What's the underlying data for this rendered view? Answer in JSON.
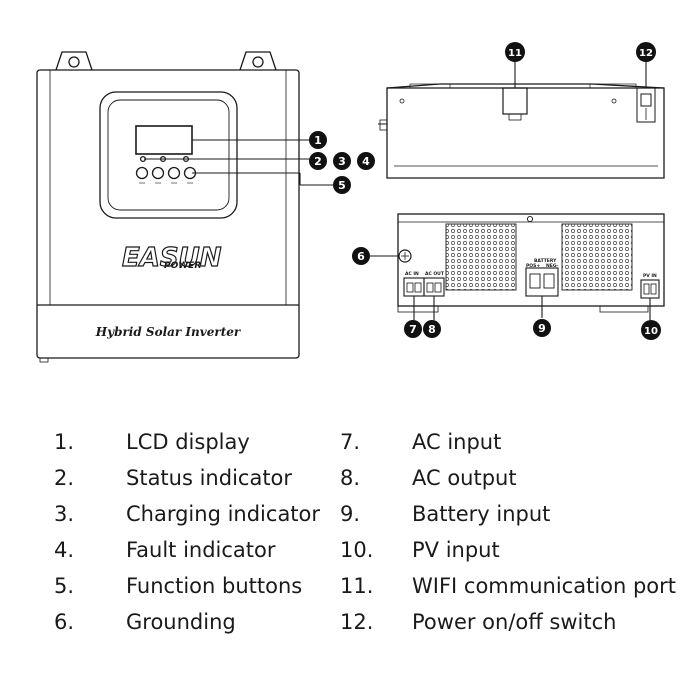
{
  "product": {
    "brand_main": "EASUN",
    "brand_sub": "POWER",
    "model_label": "Hybrid Solar Inverter"
  },
  "panel_labels": {
    "battery": "BATTERY",
    "pos": "POS+",
    "neg": "NEG-",
    "ac_in": "AC IN",
    "ac_out": "AC OUT",
    "pv_in": "PV IN"
  },
  "callouts": [
    "1",
    "2",
    "3",
    "4",
    "5",
    "6",
    "7",
    "8",
    "9",
    "10",
    "11",
    "12"
  ],
  "legend": {
    "left": [
      {
        "num": "1.",
        "label": "LCD display"
      },
      {
        "num": "2.",
        "label": "Status indicator"
      },
      {
        "num": "3.",
        "label": "Charging indicator"
      },
      {
        "num": "4.",
        "label": "Fault indicator"
      },
      {
        "num": "5.",
        "label": "Function buttons"
      },
      {
        "num": "6.",
        "label": "Grounding"
      }
    ],
    "right": [
      {
        "num": "7.",
        "label": "AC input"
      },
      {
        "num": "8.",
        "label": "AC output"
      },
      {
        "num": "9.",
        "label": "Battery input"
      },
      {
        "num": "10.",
        "label": "PV input"
      },
      {
        "num": "11.",
        "label": "WIFI communication port"
      },
      {
        "num": "12.",
        "label": "Power on/off switch"
      }
    ]
  },
  "colors": {
    "line": "#1a1a1a",
    "callout_fill": "#111111",
    "callout_text": "#ffffff"
  }
}
